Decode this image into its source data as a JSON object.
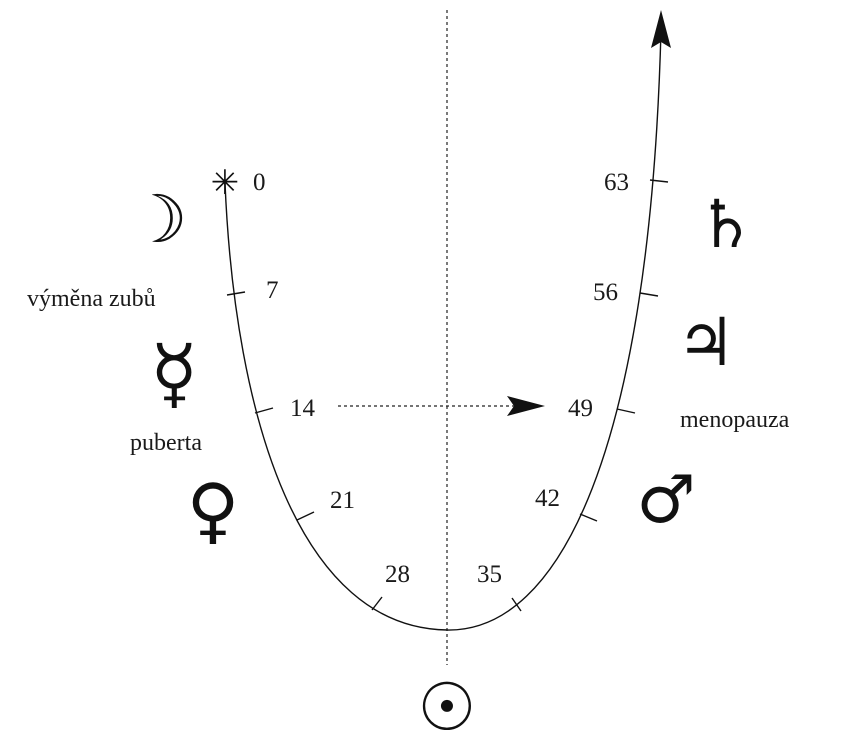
{
  "ages": {
    "a0": "0",
    "a7": "7",
    "a14": "14",
    "a21": "21",
    "a28": "28",
    "a35": "35",
    "a42": "42",
    "a49": "49",
    "a56": "56",
    "a63": "63"
  },
  "labels": {
    "teeth": "výměna zubů",
    "puberty": "puberta",
    "menopause": "menopauza"
  },
  "symbols": {
    "moon": "☽",
    "mercury": "☿",
    "venus": "♀",
    "sun": "☉",
    "mars": "♂",
    "jupiter": "♃",
    "saturn": "♄",
    "birth_star": "✳"
  },
  "colors": {
    "ink": "#111111"
  }
}
